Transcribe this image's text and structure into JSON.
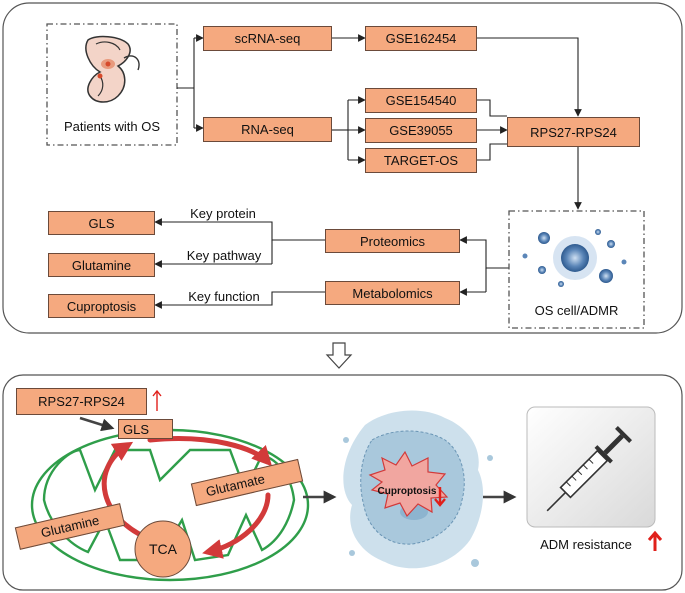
{
  "top_panel": {
    "patients_label": "Patients with OS",
    "scrna_label": "scRNA-seq",
    "rnaseq_label": "RNA-seq",
    "datasets": [
      "GSE162454",
      "GSE154540",
      "GSE39055",
      "TARGET-OS"
    ],
    "gene_pair": "RPS27-RPS24",
    "cell_label": "OS cell/ADMR",
    "omics": [
      "Proteomics",
      "Metabolomics"
    ],
    "findings": [
      {
        "result": "GLS",
        "relation": "Key protein"
      },
      {
        "result": "Glutamine",
        "relation": "Key pathway"
      },
      {
        "result": "Cuproptosis",
        "relation": "Key function"
      }
    ]
  },
  "bottom_panel": {
    "gene_pair": "RPS27-RPS24",
    "gls": "GLS",
    "glutamate": "Glutamate",
    "glutamine": "Glutamine",
    "tca": "TCA",
    "cuproptosis": "Cuproptosis",
    "resistance": "ADM resistance"
  },
  "colors": {
    "box_fill": "#f5a97f",
    "up_arrow": "#e0201b",
    "mito_green": "#2f9e4a",
    "cycle_red": "#d23a3a"
  }
}
